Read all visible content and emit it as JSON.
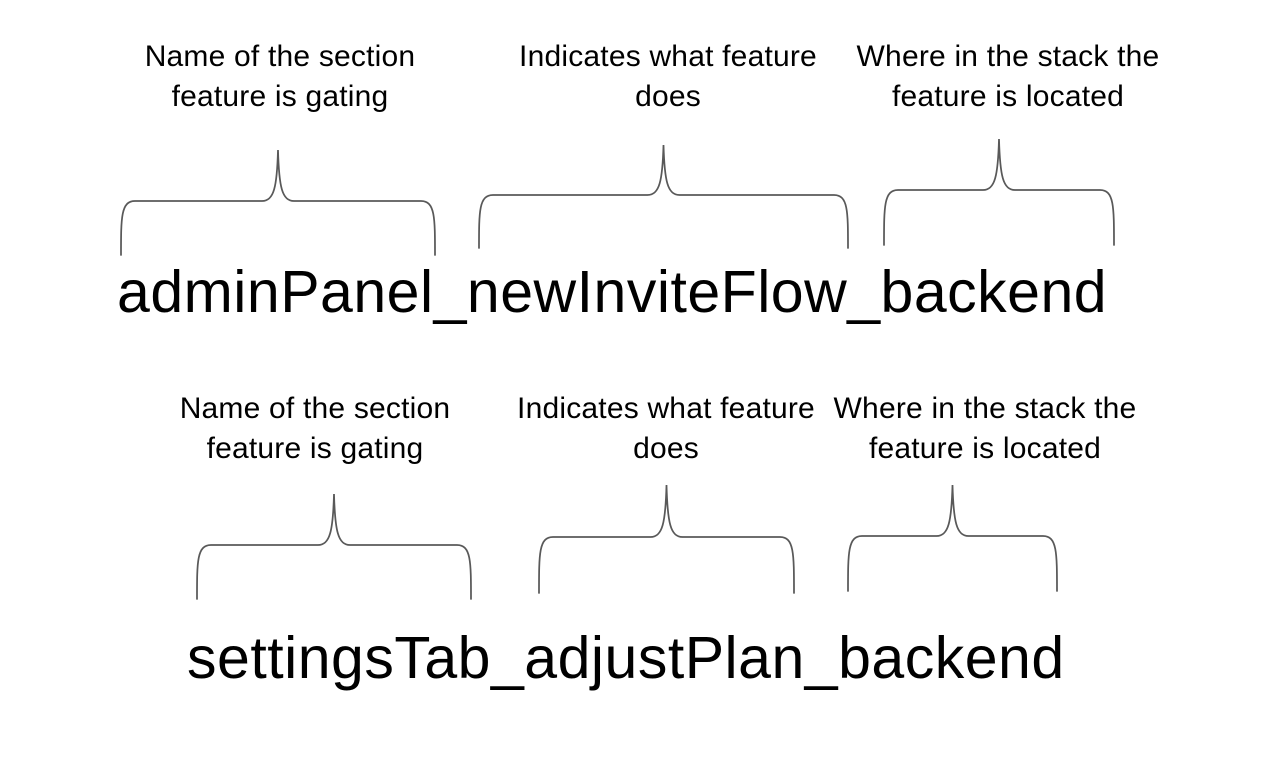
{
  "page": {
    "background": "#ffffff",
    "text_color": "#000000",
    "brace_color": "#595959"
  },
  "blocks": [
    {
      "flag_name": "adminPanel_newInviteFlow_backend",
      "annotations": [
        {
          "segment": "adminPanel",
          "label": "Name of the section\nfeature is gating"
        },
        {
          "segment": "newInviteFlow",
          "label": "Indicates what feature\ndoes"
        },
        {
          "segment": "backend",
          "label": "Where in the stack the\nfeature is located"
        }
      ]
    },
    {
      "flag_name": "settingsTab_adjustPlan_backend",
      "annotations": [
        {
          "segment": "settingsTab",
          "label": "Name of the section\nfeature is gating"
        },
        {
          "segment": "adjustPlan",
          "label": "Indicates what feature\ndoes"
        },
        {
          "segment": "backend",
          "label": "Where in the stack the\nfeature is located"
        }
      ]
    }
  ]
}
